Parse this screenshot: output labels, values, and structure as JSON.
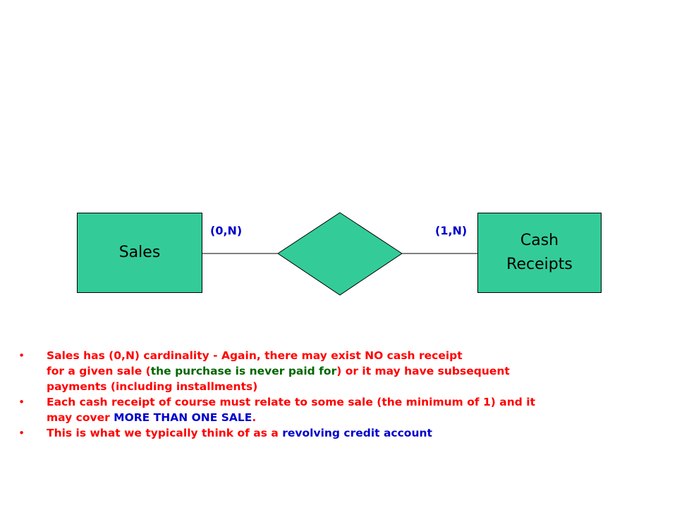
{
  "diagram": {
    "entities": {
      "sales": {
        "label": "Sales"
      },
      "cash_receipts": {
        "line1": "Cash",
        "line2": "Receipts"
      }
    },
    "cardinality": {
      "left": "(0,N)",
      "right": "(1,N)"
    },
    "colors": {
      "entity_fill": "#33cc99",
      "relationship_fill": "#33cc99",
      "note_red": "#ff0000",
      "note_green": "#006600",
      "note_blue": "#0000cc"
    }
  },
  "notes": {
    "bullet_glyph": "•",
    "n1": {
      "a": "Sales has (0,N) cardinality - Again, there may exist NO cash receipt",
      "b": "for a given sale (",
      "c": "the purchase is never paid for",
      "d": ") or it may have subsequent",
      "e": "payments (including installments)"
    },
    "n2": {
      "a": "Each cash receipt of course must relate to some sale (the minimum of 1) and it",
      "b": "may cover ",
      "c": "MORE THAN ONE SALE",
      "d": "."
    },
    "n3": {
      "a": "This is what we typically think of as a ",
      "b": "revolving credit account"
    }
  }
}
